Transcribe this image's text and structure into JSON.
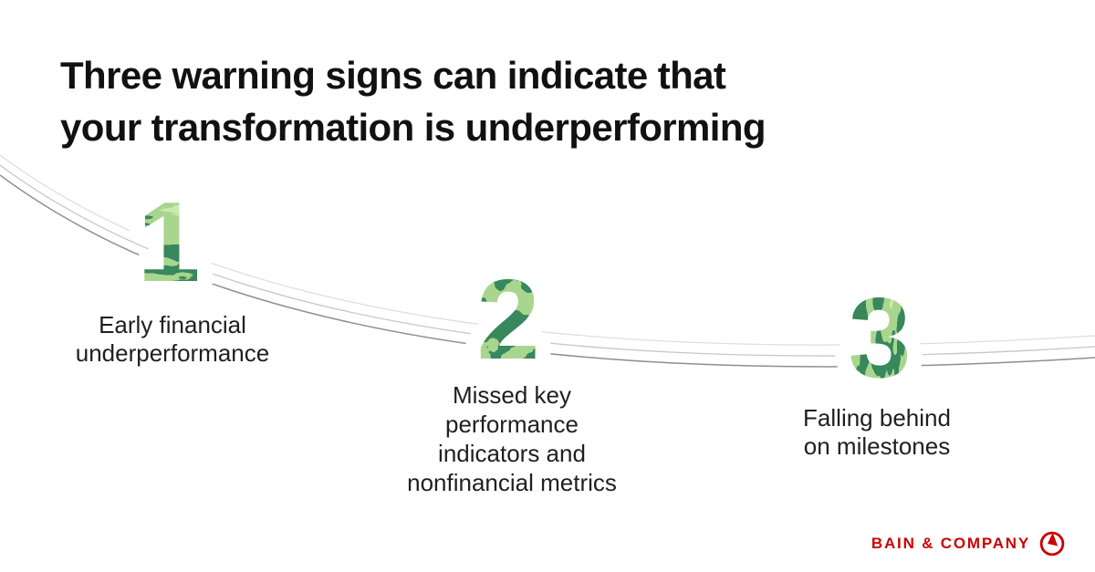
{
  "title": {
    "text": "Three warning signs can indicate that\nyour transformation is underperforming"
  },
  "steps": [
    {
      "number": "1",
      "label": "Early financial\nunderperformance"
    },
    {
      "number": "2",
      "label": "Missed key\nperformance\nindicators and\nnonfinancial metrics"
    },
    {
      "number": "3",
      "label": "Falling behind\non milestones"
    }
  ],
  "brand": {
    "name": "BAIN & COMPANY"
  },
  "colors": {
    "title_text": "#111111",
    "label_text": "#1f1f1f",
    "brand_red": "#cc0000",
    "melon_dark_green": "#37875d",
    "melon_light_green": "#a9d68e",
    "melon_pale_green": "#cdeaae",
    "swoosh_line_light": "#dcdcdc",
    "swoosh_line_mid": "#c6c6c6",
    "swoosh_line_dark": "#8e8e8e",
    "background": "#ffffff"
  }
}
